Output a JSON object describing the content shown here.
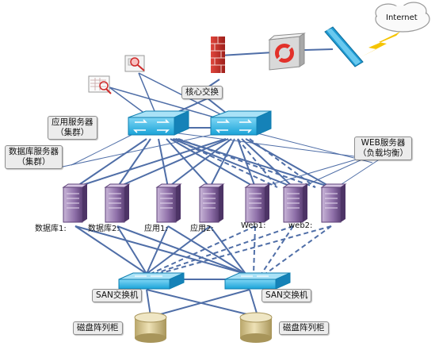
{
  "cloud": {
    "label": "Internet"
  },
  "core_switch": {
    "label": "核心交换"
  },
  "app_cluster": {
    "line1": "应用服务器",
    "line2": "（集群）"
  },
  "db_cluster": {
    "line1": "数据库服务器",
    "line2": "（集群）"
  },
  "web_cluster": {
    "line1": "WEB服务器",
    "line2": "（负载均衡）"
  },
  "servers": [
    {
      "label": "数据库1:"
    },
    {
      "label": "数据库2:"
    },
    {
      "label": "应用1:"
    },
    {
      "label": "应用2:"
    },
    {
      "label": "Web1:"
    },
    {
      "label": "web2:"
    },
    {
      "label": ""
    }
  ],
  "san_left": {
    "label": "SAN交换机"
  },
  "san_right": {
    "label": "SAN交换机"
  },
  "disk_left": {
    "label": "磁盘阵列柜"
  },
  "disk_right": {
    "label": "磁盘阵列柜"
  },
  "colors": {
    "link": "#4f6ea7",
    "switch": "#19a7dc",
    "firewall": "#c8312b",
    "lightning": "#f5c400",
    "server": "#8a6ba3"
  }
}
